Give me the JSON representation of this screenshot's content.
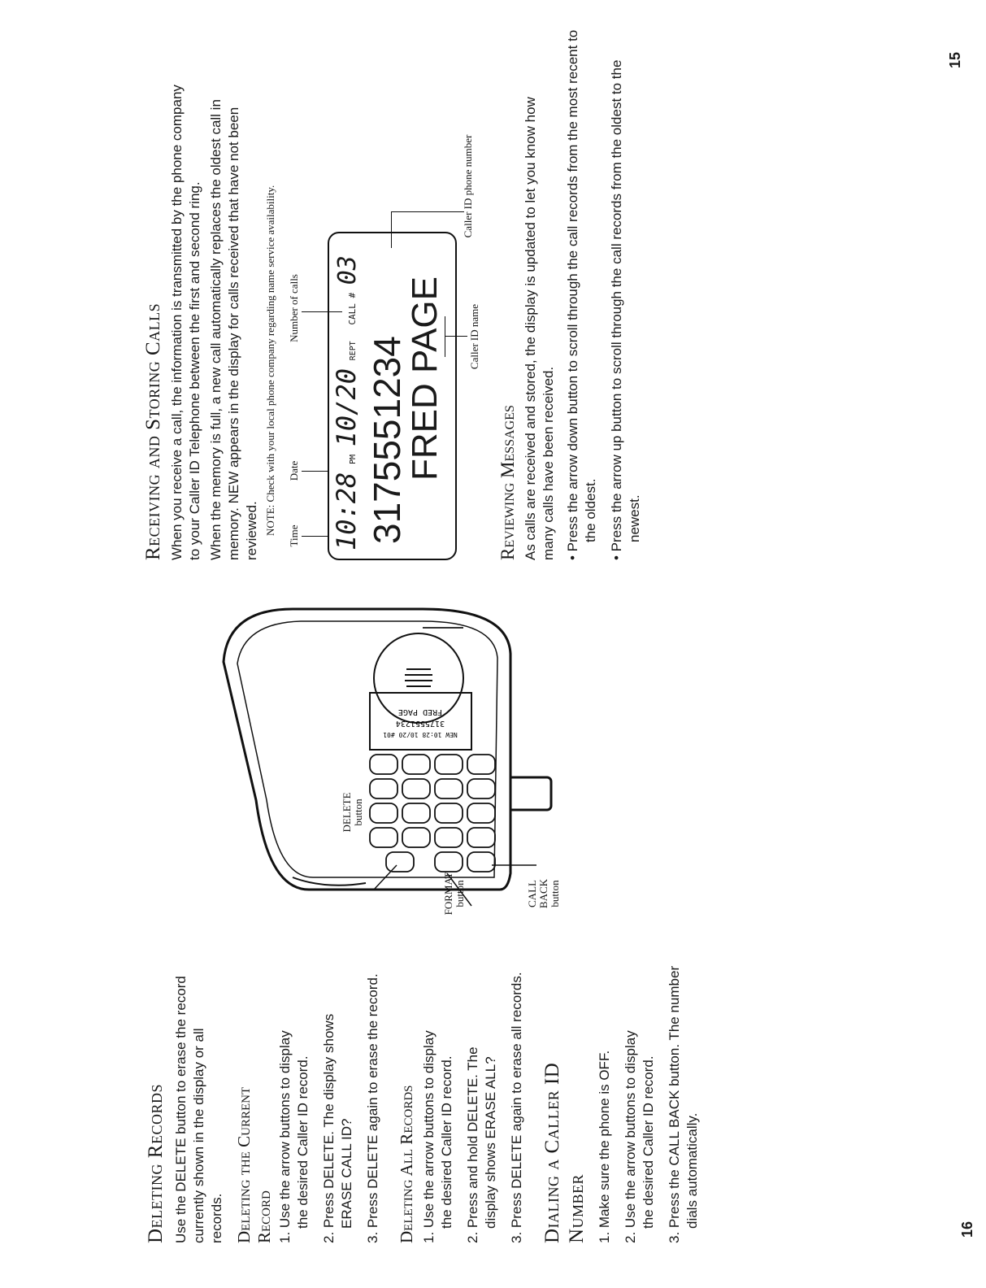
{
  "left_page": {
    "title": "Deleting Records",
    "intro": "Use the DELETE button to erase the record currently shown in the display or all records.",
    "current": {
      "heading": "Deleting the Current Record",
      "steps": [
        "1. Use the arrow buttons to display the desired Caller ID record.",
        "2. Press DELETE. The display shows ERASE CALL ID?",
        "3. Press DELETE again to erase the record."
      ]
    },
    "all": {
      "heading": "Deleting All Records",
      "steps": [
        "1. Use the arrow buttons to display the desired Caller ID record.",
        "2. Press and hold DELETE. The display shows ERASE ALL?",
        "3. Press DELETE again to erase all records."
      ]
    },
    "dialing": {
      "heading": "Dialing a Caller ID Number",
      "steps": [
        "1. Make sure the phone is OFF.",
        "2. Use the arrow buttons to display the desired Caller ID record.",
        "3. Press the CALL BACK button. The number dials automatically."
      ]
    },
    "page_number": "16"
  },
  "phone_figure": {
    "call_back_label": "CALL BACK button",
    "format_label": "FORMAT button",
    "delete_label": "DELETE button",
    "mini_display": [
      "NEW 10:28 10/20 #01",
      "3175551234",
      "FRED PAGE"
    ]
  },
  "right_page": {
    "title": "Receiving and Storing Calls",
    "para1": "When you receive a call, the information is transmitted by the phone company to your Caller ID Telephone between the first and second ring.",
    "para2": "When the memory is full, a new call automatically replaces the oldest call in memory. NEW appears in the display for calls received that have not been reviewed.",
    "note": "NOTE: Check with your local phone company regarding name service availability.",
    "display": {
      "time": "10:28",
      "pm": "PM",
      "date": "10/20",
      "rept": "REPT",
      "call": "CALL #",
      "count": "03",
      "number": "3175551234",
      "name": "FRED PAGE"
    },
    "labels": {
      "time": "Time",
      "date": "Date",
      "count": "Number of calls",
      "name": "Caller ID name",
      "number": "Caller ID phone number"
    },
    "reviewing": {
      "title": "Reviewing Messages",
      "para": "As calls are received and stored, the display is updated to let you know how many calls have been received.",
      "bullets": [
        "• Press the arrow down button to scroll through the call records from the most recent to the oldest.",
        "• Press the arrow up button to scroll through the call records from the oldest to the newest."
      ]
    },
    "page_number": "15"
  }
}
